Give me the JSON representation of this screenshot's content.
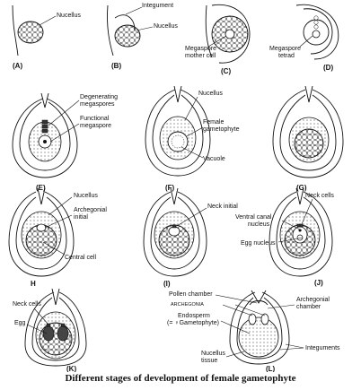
{
  "caption": "Different stages of development of female gametophyte",
  "panels": {
    "A": {
      "letter": "(A)",
      "labels": [
        "Nucellus"
      ]
    },
    "B": {
      "letter": "(B)",
      "labels": [
        "Integument",
        "Nucellus"
      ]
    },
    "C": {
      "letter": "(C)",
      "labels": [
        "Megaspore",
        "mother cell"
      ]
    },
    "D": {
      "letter": "(D)",
      "labels": [
        "Megaspore",
        "tetrad"
      ]
    },
    "E": {
      "letter": "(E)",
      "labels": [
        "Degenerating",
        "megaspores",
        "Functional",
        "megaspore"
      ]
    },
    "F": {
      "letter": "(F)",
      "labels": [
        "Nucellus",
        "Female",
        "gametophyte",
        "Vacuole"
      ]
    },
    "G": {
      "letter": "(G)",
      "labels": []
    },
    "H": {
      "letter": "H",
      "labels": [
        "Nucellus",
        "Archegonial",
        "initial",
        "Central cell"
      ]
    },
    "I": {
      "letter": "(I)",
      "labels": [
        "Neck initial"
      ]
    },
    "J": {
      "letter": "(J)",
      "labels": [
        "Neck cells",
        "Ventral canal",
        "nucleus",
        "Egg nucleus"
      ]
    },
    "K": {
      "letter": "(K)",
      "labels": [
        "Neck cells",
        "Egg"
      ]
    },
    "L": {
      "letter": "(L)",
      "labels": [
        "Pollen chamber",
        "ARCHEGONIA",
        "Archegonial",
        "chamber",
        "Endosperm",
        "(= ♀Gametophyte)",
        "Nucellus",
        "tissue",
        "Integuments"
      ]
    }
  }
}
